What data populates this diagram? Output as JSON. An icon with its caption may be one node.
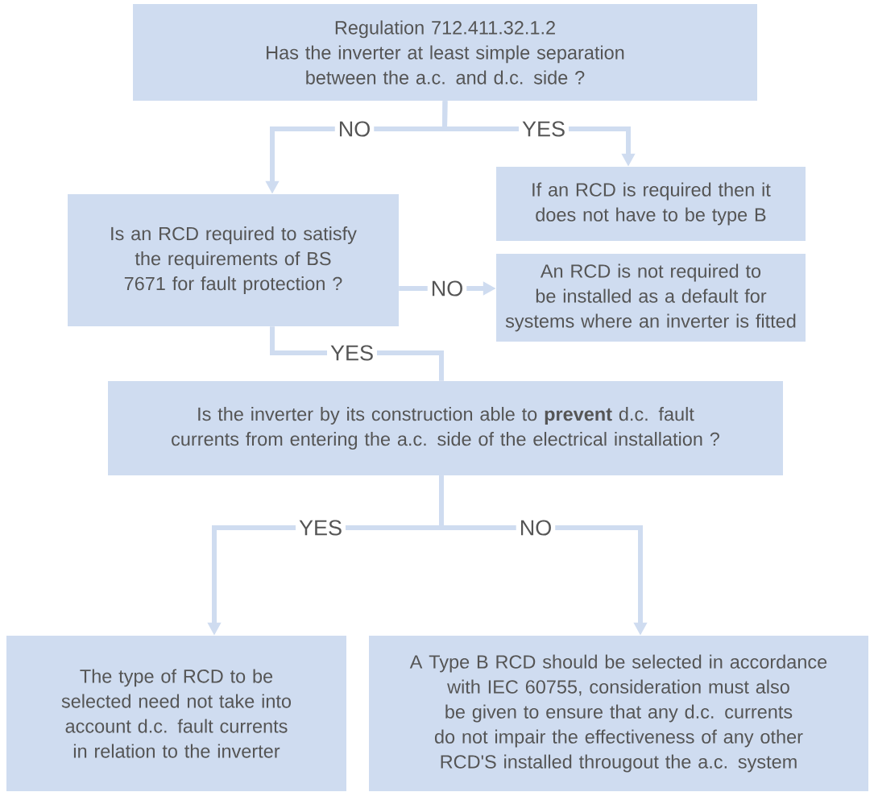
{
  "diagram": {
    "nodes": [
      {
        "text": [
          "Regulation 712.411.32.1.2",
          "Has the inverter at least simple separation between the a.c. and d.c. side ?"
        ]
      },
      {
        "text": [
          "Is an RCD required to satisfy the requirements of BS 7671 for fault protection ?"
        ]
      },
      {
        "text": [
          "If an RCD is required then it does not have to be type B"
        ]
      },
      {
        "text": [
          "An RCD is not required to be installed as a default for systems where an inverter is fitted"
        ]
      },
      {
        "text": [
          "Is the inverter by its construction able to **prevent** d.c. fault currents from entering the a.c. side of the electrical installation ?"
        ]
      },
      {
        "text": [
          "The type of RCD to be selected need not take into account d.c. fault currents in relation to the inverter"
        ]
      },
      {
        "text": [
          "A Type B RCD should be selected in accordance with IEC 60755, consideration must also be given to ensure that any d.c. currents do not impair the effectiveness of any other RCD'S installed througout the a.c. system"
        ]
      }
    ],
    "edges": [
      {
        "from": 0,
        "to": 1,
        "arrow": "to",
        "label": "NO"
      },
      {
        "from": 0,
        "to": 2,
        "arrow": "to",
        "label": "YES"
      },
      {
        "from": 1,
        "to": 3,
        "arrow": "to",
        "label": "NO"
      },
      {
        "from": 1,
        "to": 4,
        "arrow": "none",
        "label": "YES"
      },
      {
        "from": 4,
        "to": 5,
        "arrow": "to",
        "label": "YES"
      },
      {
        "from": 4,
        "to": 6,
        "arrow": "to",
        "label": "NO"
      }
    ]
  }
}
